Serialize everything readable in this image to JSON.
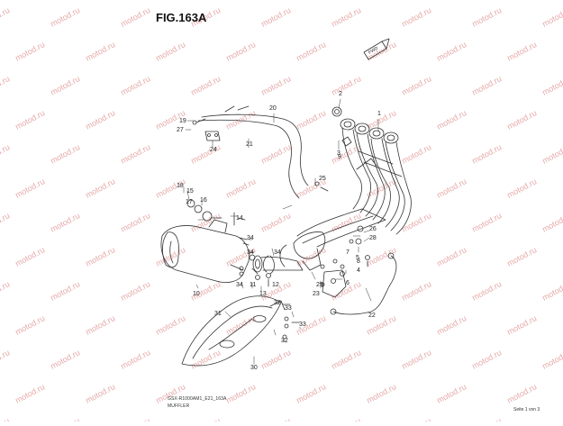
{
  "figure": {
    "title": "FIG.163A",
    "code": "GSX-R1000AM1_E21_163A",
    "caption": "MUFFLER",
    "page": "Seite 1 von 3"
  },
  "watermark": {
    "text": "motod.ru",
    "color": "#e6a9a9"
  },
  "fwd_badge": {
    "label": "FWD"
  },
  "callouts": [
    "1",
    "2",
    "3",
    "4",
    "5",
    "6",
    "7",
    "8",
    "9",
    "10",
    "11",
    "12",
    "13",
    "14",
    "15",
    "16",
    "17",
    "18",
    "19",
    "20",
    "21",
    "22",
    "23",
    "24",
    "25",
    "26",
    "27",
    "28",
    "29",
    "30",
    "31",
    "32",
    "33",
    "34"
  ],
  "colors": {
    "line": "#333333",
    "watermark": "#e6a9a9",
    "background": "#ffffff"
  }
}
